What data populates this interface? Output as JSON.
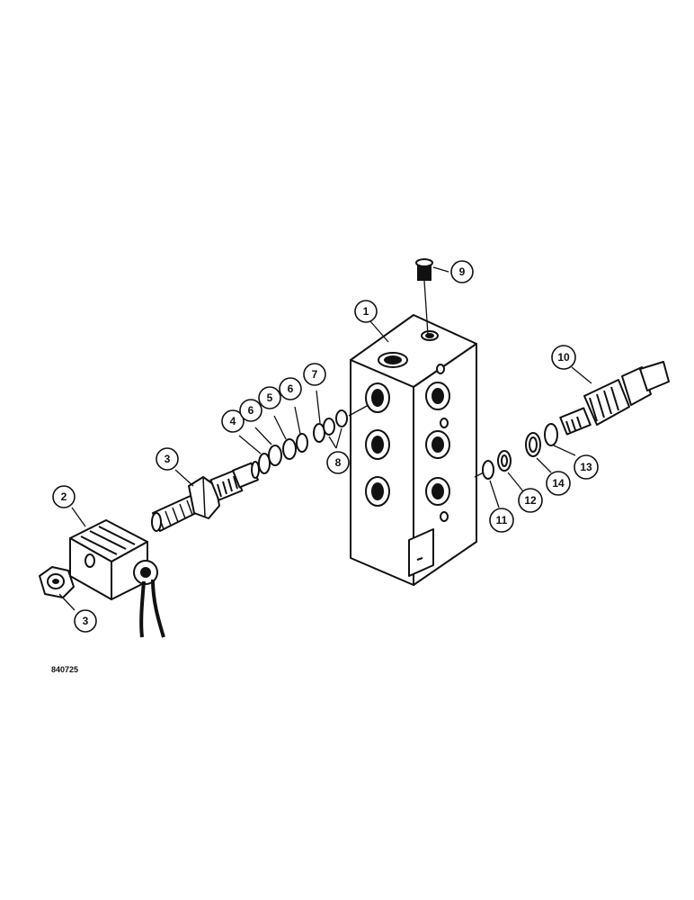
{
  "drawing_number": "840725",
  "callouts": [
    {
      "id": "c1",
      "label": "1"
    },
    {
      "id": "c2",
      "label": "2"
    },
    {
      "id": "c3a",
      "label": "3"
    },
    {
      "id": "c3b",
      "label": "3"
    },
    {
      "id": "c4",
      "label": "4"
    },
    {
      "id": "c5",
      "label": "5"
    },
    {
      "id": "c6a",
      "label": "6"
    },
    {
      "id": "c6b",
      "label": "6"
    },
    {
      "id": "c7",
      "label": "7"
    },
    {
      "id": "c8",
      "label": "8"
    },
    {
      "id": "c9",
      "label": "9"
    },
    {
      "id": "c10",
      "label": "10"
    },
    {
      "id": "c11",
      "label": "11"
    },
    {
      "id": "c12",
      "label": "12"
    },
    {
      "id": "c13",
      "label": "13"
    },
    {
      "id": "c14",
      "label": "14"
    }
  ]
}
